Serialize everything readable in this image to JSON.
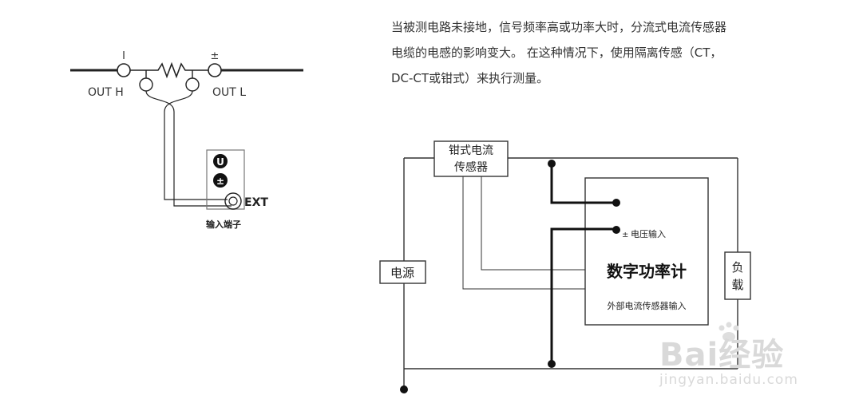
{
  "paragraph": {
    "line1": "当被测电路未接地，信号频率高或功率大时，分流式电流传感器",
    "line2": "电缆的电感的影响变大。 在这种情况下，使用隔离传感（CT，",
    "line3": "DC-CT或钳式）来执行测量。"
  },
  "left_diagram": {
    "terminal_i": "I",
    "terminal_pm": "±",
    "out_h": "OUT H",
    "out_l": "OUT L",
    "u_symbol": "U",
    "pm_symbol": "±",
    "ext_label": "EXT",
    "input_terminal_label": "输入端子"
  },
  "right_diagram": {
    "clamp_sensor_line1": "钳式电流",
    "clamp_sensor_line2": "传感器",
    "power_source": "电源",
    "load_line1": "负",
    "load_line2": "载",
    "voltage_input_pm": "±",
    "voltage_input": "电压输入",
    "meter_title": "数字功率计",
    "external_sensor_input": "外部电流传感器输入"
  },
  "watermark": {
    "brand": "Bai经验",
    "url": "jingyan.baidu.com"
  }
}
